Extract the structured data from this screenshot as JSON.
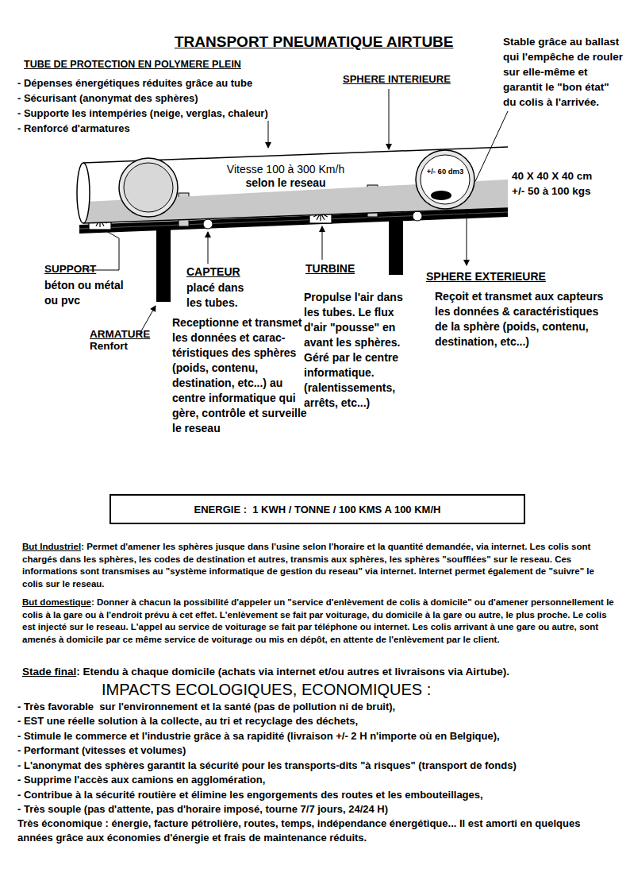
{
  "diagram": {
    "title": "TRANSPORT PNEUMATIQUE AIRTUBE",
    "nodes": [
      {
        "text": [
          "Vitesse 100 à 300 Km/h",
          "selon le reseau"
        ]
      },
      {
        "text": [
          "+/- 60 dm3"
        ],
        "in": 0
      },
      {
        "text": [
          "ENERGIE :  1 KWH / TONNE / 100 KMS A 100 KM/H"
        ]
      }
    ],
    "edges": [],
    "labels": [
      "TUBE DE PROTECTION EN POLYMERE PLEIN",
      "- Dépenses énergétiques réduites grâce au tube",
      "- Sécurisant (anonymat des sphères)",
      "- Supporte les intempéries (neige, verglas, chaleur)",
      "- Renforcé d'armatures",
      "SPHERE INTERIEURE",
      "Stable grâce au ballast qui l'empêche de rouler sur elle-même et garantit le \"bon état\" du colis à l'arrivée.",
      "40 X 40 X 40 cm",
      "+/- 50 à 100 kgs",
      "SUPPORT",
      "béton ou métal ou pvc",
      "ARMATURE",
      "Renfort",
      "CAPTEUR",
      "placé dans les tubes.",
      "Receptionne et transmet les données et carac- téristiques des sphères (poids, contenu, destination, etc...) au centre informatique qui gère, contrôle et surveille le reseau",
      "TURBINE",
      "Propulse l'air dans les tubes. Le flux d'air \"pousse\" en avant les sphères. Géré par le centre informatique. (ralentissements, arrêts, etc...)",
      "SPHERE EXTERIEURE",
      "Reçoit et transmet aux capteurs les données & caractéristiques de la sphère (poids, contenu, destination, etc...)",
      "But Industriel",
      ": Permet d'amener les sphères jusque dans l'usine selon l'horaire et la quantité demandée, via internet. Les colis sont chargés dans les sphères, les codes de destination et autres, transmis aux sphères, les sphères \"soufflées\" sur le reseau. Ces informations sont transmises au \"système informatique de gestion du reseau\" via internet. Internet permet également de \"suivre\" le colis sur le reseau.",
      "But domestique",
      ": Donner à chacun la possibilité d'appeler un \"service d'enlèvement de colis à domicile\" ou d'amener personnellement le colis à la gare ou à l'endroit prévu à cet effet. L'enlèvement se fait par voiturage, du domicile à la gare ou autre, le plus proche. Le colis est injecté sur le reseau. L'appel au service de voiturage se fait par téléphone ou internet. Les colis arrivant à une gare ou autre, sont amenés à domicile par ce même service de voiturage ou mis en dépôt, en attente de l'enlèvement par le client.",
      "Stade final",
      ": Etendu à chaque domicile (achats via internet et/ou autres et livraisons via Airtube).",
      "IMPACTS ECOLOGIQUES, ECONOMIQUES :",
      "- Très favorable  sur l'environnement et la santé (pas de pollution ni de bruit),",
      "- EST une réelle solution à la collecte, au tri et recyclage des déchets,",
      "- Stimule le commerce et l'industrie grâce à sa rapidité (livraison +/- 2 H n'importe où en Belgique),",
      "- Performant (vitesses et volumes)",
      "- L'anonymat des sphères garantit la sécurité pour les transports-dits \"à risques\" (transport de fonds)",
      "- Supprime l'accès aux camions en agglomération,",
      "- Contribue à la sécurité routière et élimine les engorgements des routes et les embouteillages,",
      "- Très souple (pas d'attente, pas d'horaire imposé, tourne 7/7 jours, 24/24 H)",
      "Très économique : énergie, facture pétrolière, routes, temps, indépendance énergétique... Il est amorti en quelques années grâce aux économies d'énergie et frais de maintenance réduits."
    ]
  }
}
